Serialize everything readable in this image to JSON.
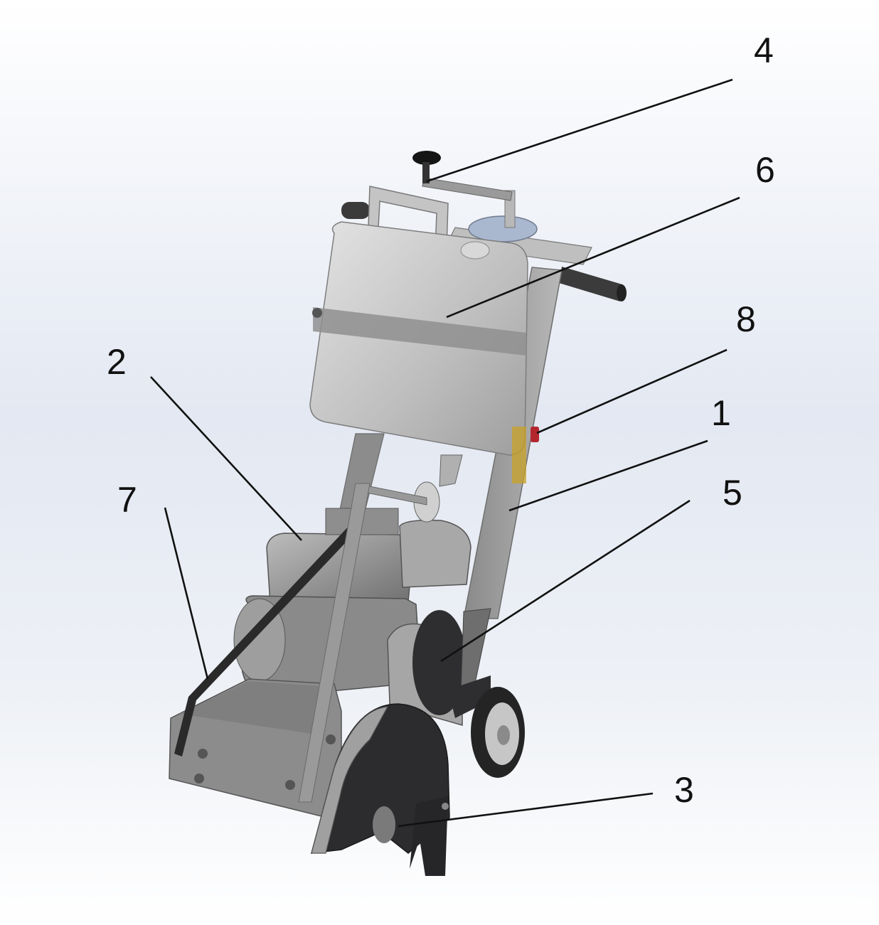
{
  "diagram": {
    "title": "",
    "callouts": [
      {
        "id": "1",
        "text": "1"
      },
      {
        "id": "2",
        "text": "2"
      },
      {
        "id": "3",
        "text": "3"
      },
      {
        "id": "4",
        "text": "4"
      },
      {
        "id": "5",
        "text": "5"
      },
      {
        "id": "6",
        "text": "6"
      },
      {
        "id": "7",
        "text": "7"
      },
      {
        "id": "8",
        "text": "8"
      }
    ]
  },
  "colors": {
    "background_top": "#ffffff",
    "background_band": "#e3e8f2",
    "body_gray": "#c9c9c9",
    "dark_gray": "#2e2e30",
    "frame_gray": "#9a9a9a",
    "label": "#111111",
    "accent_red": "#b3262e",
    "accent_yellow": "#c9a227",
    "knob_blue": "#aab8cf"
  }
}
